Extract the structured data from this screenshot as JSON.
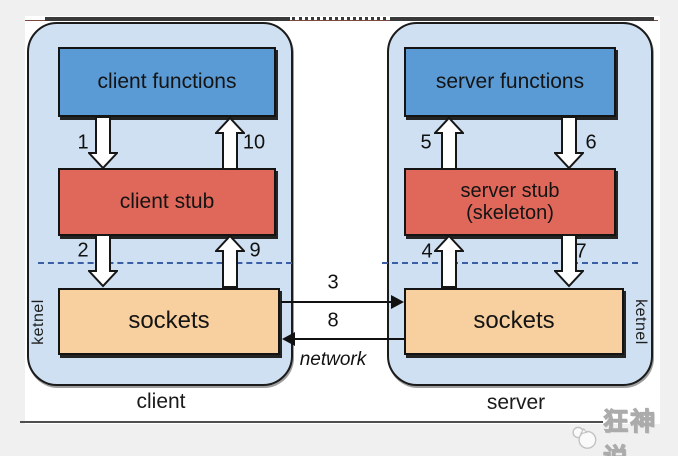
{
  "client_panel": {
    "section_label": "client",
    "kernel_label": "ketnel",
    "functions_box": "client functions",
    "stub_box": "client stub",
    "sockets_box": "sockets"
  },
  "server_panel": {
    "section_label": "server",
    "kernel_label": "ketnel",
    "functions_box": "server functions",
    "stub_box_line1": "server stub",
    "stub_box_line2": "(skeleton)",
    "sockets_box": "sockets"
  },
  "network": {
    "label": "network"
  },
  "arrows": {
    "a1": "1",
    "a2": "2",
    "a3": "3",
    "a4": "4",
    "a5": "5",
    "a6": "6",
    "a7": "7",
    "a8": "8",
    "a9": "9",
    "a10": "10"
  },
  "watermark": {
    "text": "狂神说"
  },
  "colors": {
    "panel_bg": "#cfe0f2",
    "functions_box": "#5b9bd5",
    "stub_box": "#e0685a",
    "sockets_box": "#f8d09f",
    "dashed_line": "#3a5fa5",
    "page_bg": "#f0f0f0"
  }
}
